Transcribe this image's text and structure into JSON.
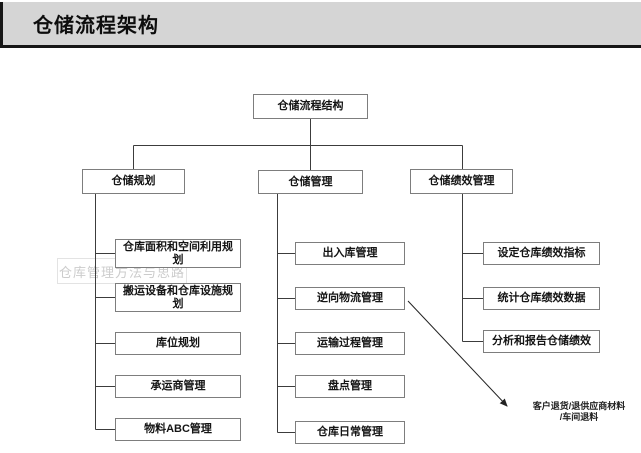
{
  "header": {
    "title": "仓储流程架构"
  },
  "watermark": "仓库管理方法与思路",
  "tree": {
    "root": {
      "label": "仓储流程结构"
    },
    "branches": [
      {
        "label": "仓储规划",
        "children": [
          "仓库面积和空间利用规划",
          "搬运设备和仓库设施规划",
          "库位规划",
          "承运商管理",
          "物料ABC管理"
        ]
      },
      {
        "label": "仓储管理",
        "children": [
          "出入库管理",
          "逆向物流管理",
          "运输过程管理",
          "盘点管理",
          "仓库日常管理"
        ]
      },
      {
        "label": "仓储绩效管理",
        "children": [
          "设定仓库绩效指标",
          "统计仓库绩效数据",
          "分析和报告仓储绩效"
        ]
      }
    ]
  },
  "annotation": {
    "line1": "客户退货/退供应商材料",
    "line2": "/车间退料"
  },
  "colors": {
    "header_bg": "#d5d5d5",
    "header_rule": "#161616",
    "box_border": "#7d7d7d",
    "connector": "#3c3c3c",
    "text": "#141414",
    "watermark": "#cccccc"
  }
}
